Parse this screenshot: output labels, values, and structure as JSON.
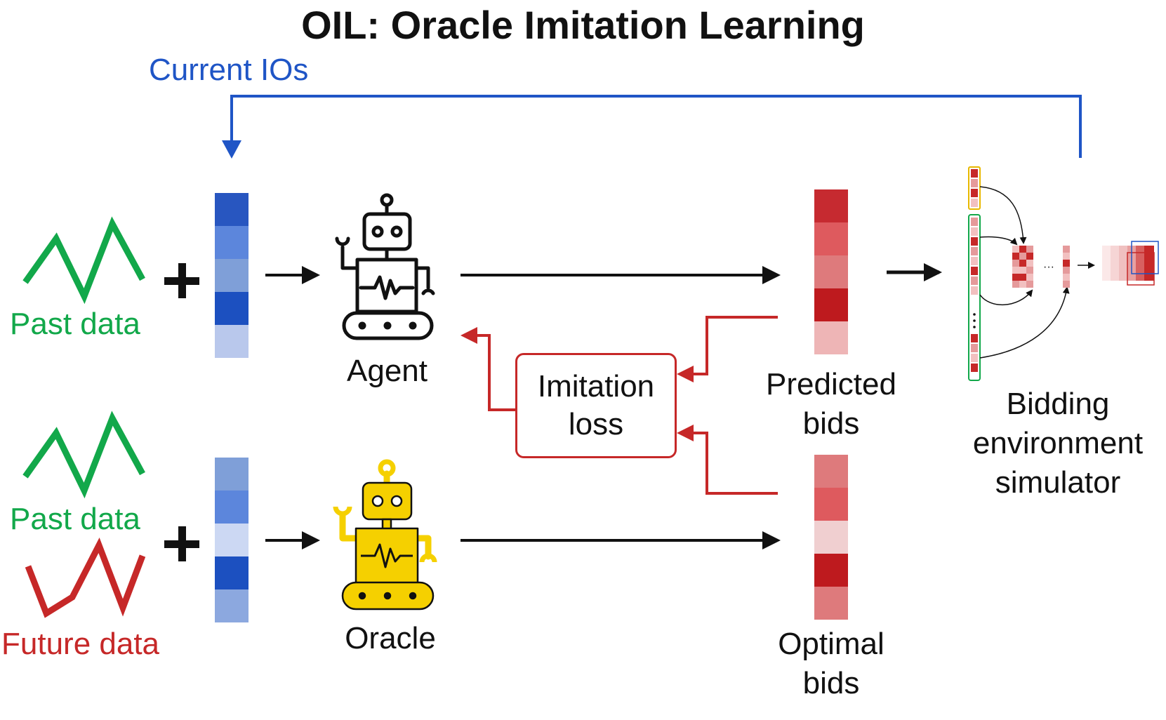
{
  "title": "OIL: Oracle Imitation Learning",
  "feedback_label": "Current IOs",
  "top_row": {
    "input_label": "Past data",
    "operator": "+",
    "agent_label": "Agent",
    "output_label": [
      "Predicted",
      "bids"
    ]
  },
  "bottom_row": {
    "input_labels": [
      "Past data",
      "Future data"
    ],
    "operator": "+",
    "oracle_label": "Oracle",
    "output_label": [
      "Optimal",
      "bids"
    ]
  },
  "loss_box": [
    "Imitation",
    "loss"
  ],
  "simulator_label": [
    "Bidding",
    "environment",
    "simulator"
  ],
  "simulator_ellipsis": "···",
  "colors": {
    "green": "#12a84a",
    "red": "#c62828",
    "blue": "#1f55c6",
    "oracle_yellow": "#f5d000",
    "black": "#111111"
  },
  "icons": [
    "robot-agent-icon",
    "robot-oracle-icon",
    "green-zigzag-icon",
    "red-zigzag-icon"
  ]
}
